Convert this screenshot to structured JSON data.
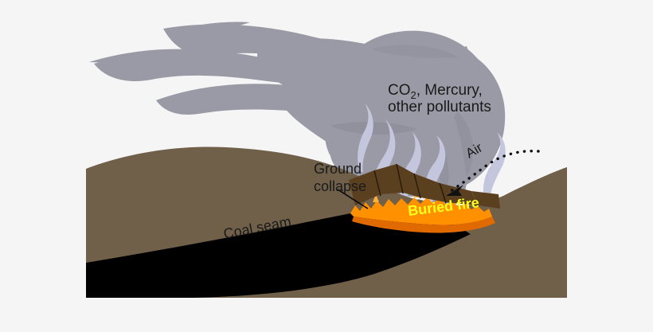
{
  "figure": {
    "title": "Coal seam fire cross-section diagram",
    "background_color": "#f5f5f5"
  },
  "labels": {
    "pollutants_line1": "CO",
    "pollutants_sub": "2",
    "pollutants_line1_rest": ", Mercury,",
    "pollutants_line2": "other pollutants",
    "ground_collapse_line1": "Ground",
    "ground_collapse_line2": "collapse",
    "coal_seam": "Coal seam",
    "buried_fire": "Buried fire",
    "air": "Air"
  },
  "colors": {
    "smoke": "#9a9aa6",
    "smoke_shade": "#8d8d9b",
    "wisp": "#c3c6dc",
    "soil": "#70604a",
    "collapse_block": "#5b4020",
    "collapse_block_dark": "#4a3319",
    "coal": "#000000",
    "fire_bright": "#ff9000",
    "fire_deep": "#e06a00",
    "fire_text": "#ffff1a",
    "arrow": "#111111"
  },
  "elements": {
    "smoke_plume": "smoke-plume",
    "wisps": "smoke-wisps",
    "soil_layer": "soil-layer",
    "coal_layer": "coal-seam-layer",
    "fire_band": "buried-fire-band",
    "collapse_blocks": "ground-collapse-blocks",
    "air_arrow": "air-inflow-arrow",
    "ground_leader": "ground-collapse-leader"
  }
}
